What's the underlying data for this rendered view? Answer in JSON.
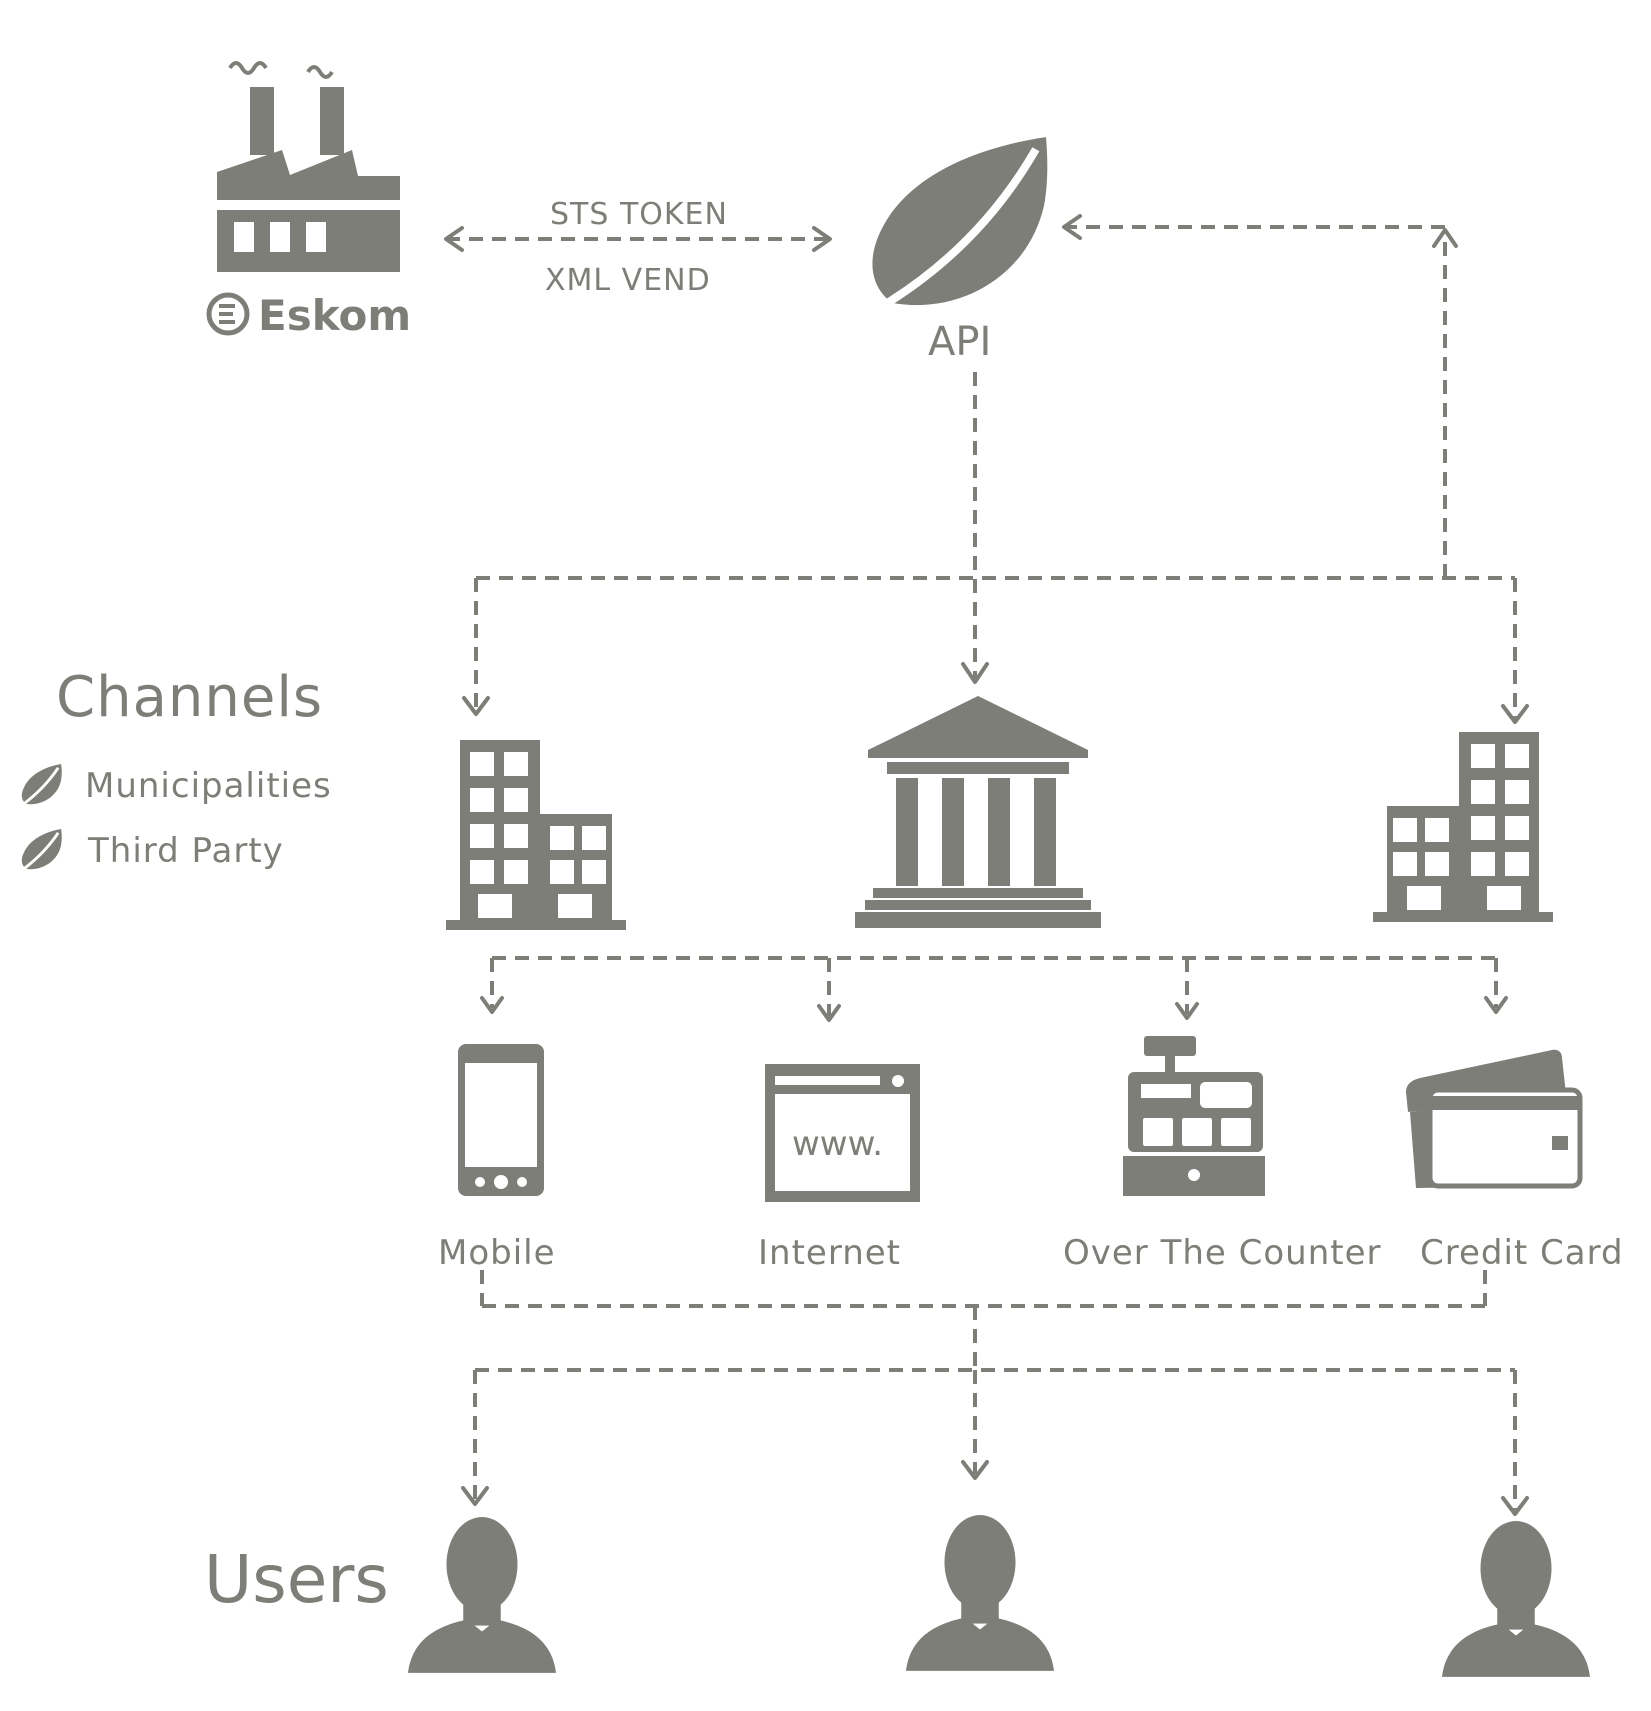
{
  "source": {
    "name": "Eskom",
    "icon": "factory-icon"
  },
  "api": {
    "label": "API",
    "icon": "leaf-icon"
  },
  "exchange": {
    "top_label": "STS TOKEN",
    "bottom_label": "XML VEND"
  },
  "channels": {
    "title": "Channels",
    "legend": [
      {
        "label": "Municipalities",
        "icon": "leaf-icon"
      },
      {
        "label": "Third Party",
        "icon": "leaf-icon"
      }
    ],
    "nodes": [
      {
        "icon": "office-building-icon"
      },
      {
        "icon": "government-building-icon"
      },
      {
        "icon": "office-building-icon"
      }
    ]
  },
  "payment_methods": [
    {
      "label": "Mobile",
      "icon": "mobile-phone-icon"
    },
    {
      "label": "Internet",
      "icon": "browser-window-icon",
      "glyph": "www."
    },
    {
      "label": "Over The Counter",
      "icon": "cash-register-icon"
    },
    {
      "label": "Credit Card",
      "icon": "credit-card-icon"
    }
  ],
  "users": {
    "title": "Users",
    "count": 3,
    "icon": "user-silhouette-icon"
  },
  "colors": {
    "icon": "#7d7e77",
    "background": "#ffffff"
  }
}
